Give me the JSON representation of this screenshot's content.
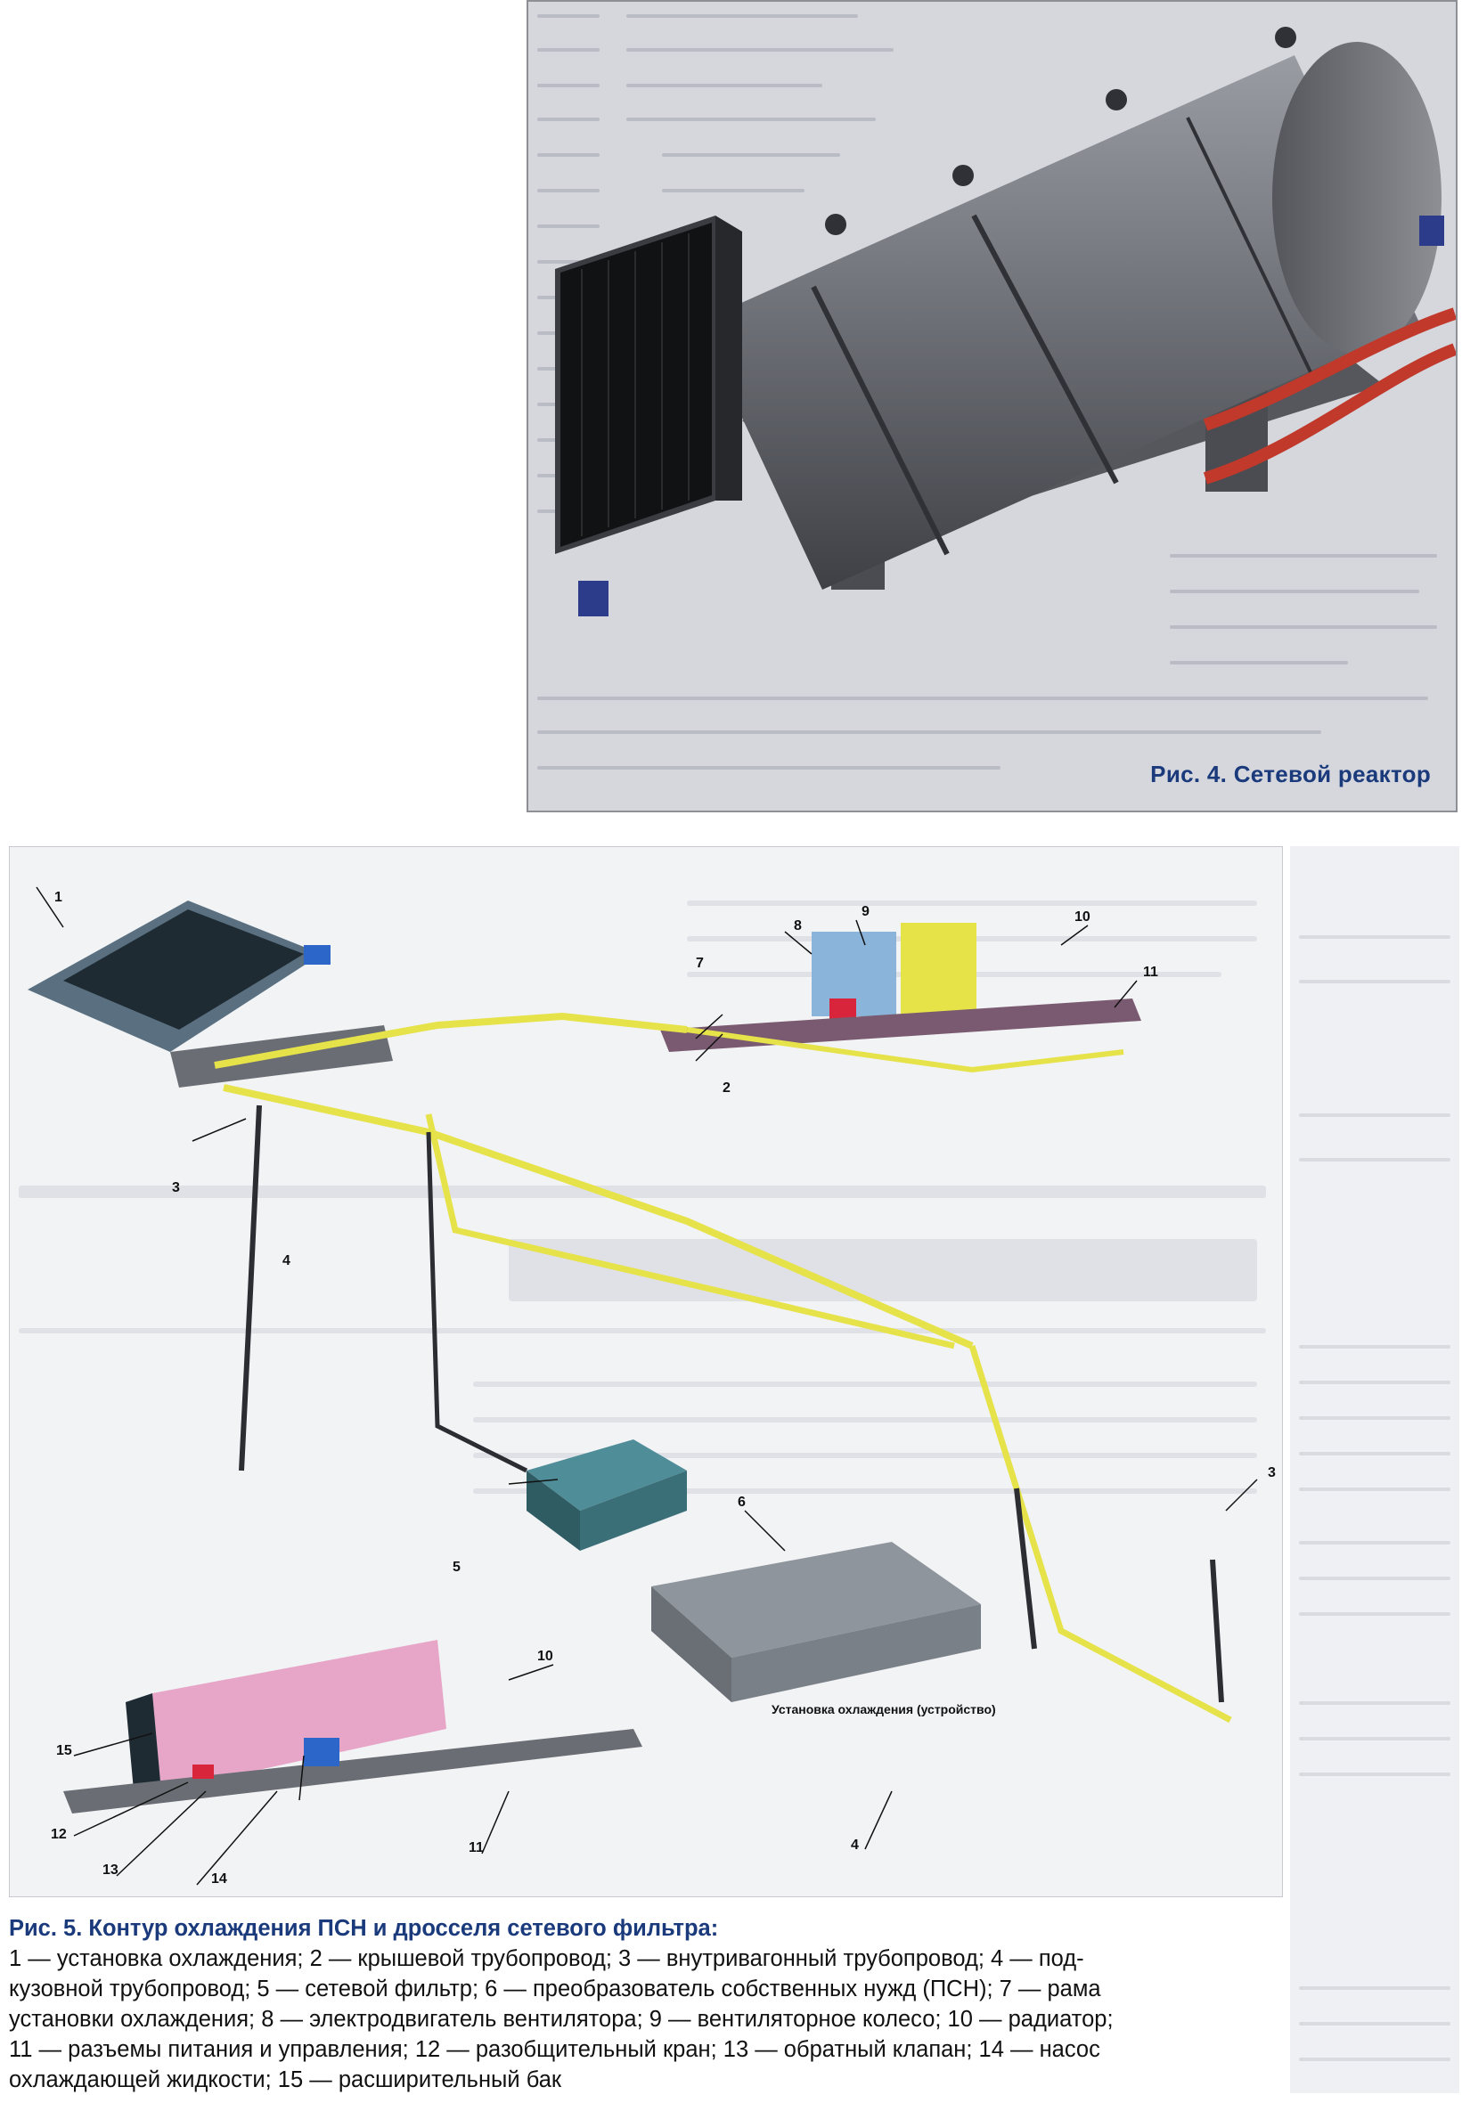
{
  "figure4": {
    "caption": "Рис. 4. Сетевой реактор"
  },
  "figure5": {
    "title": "Установка охлаждения (устройство)",
    "callouts": [
      "1",
      "2",
      "3",
      "3",
      "4",
      "4",
      "5",
      "6",
      "7",
      "8",
      "9",
      "10",
      "10",
      "11",
      "11",
      "12",
      "13",
      "14",
      "15"
    ],
    "caption_title": "Рис. 5. Контур охлаждения ПСН и дросселя сетевого фильтра:",
    "caption_lines": [
      "1 — установка охлаждения; 2 — крышевой трубопровод; 3 — внутривагонный трубопровод; 4 — под-",
      "кузовной трубопровод; 5 — сетевой фильтр; 6 — преобразователь собственных нужд (ПСН); 7 — рама",
      "установки охлаждения; 8 — электродвигатель вентилятора; 9 — вентиляторное колесо; 10 — радиатор;",
      "11 — разъемы питания и управления; 12 — разобщительный кран; 13 — обратный клапан; 14 — насос",
      "охлаждающей жидкости; 15 — расширительный бак"
    ]
  },
  "colors": {
    "caption_blue": "#1a3a7c",
    "pipe_yellow": "#e6e24a",
    "pipe_dark": "#2b2d33",
    "radiator_yellow": "#e8e24f",
    "radiator_pink": "#e7a6c8",
    "reactor_gray": "#6f7178",
    "hose_red": "#c0392b"
  }
}
